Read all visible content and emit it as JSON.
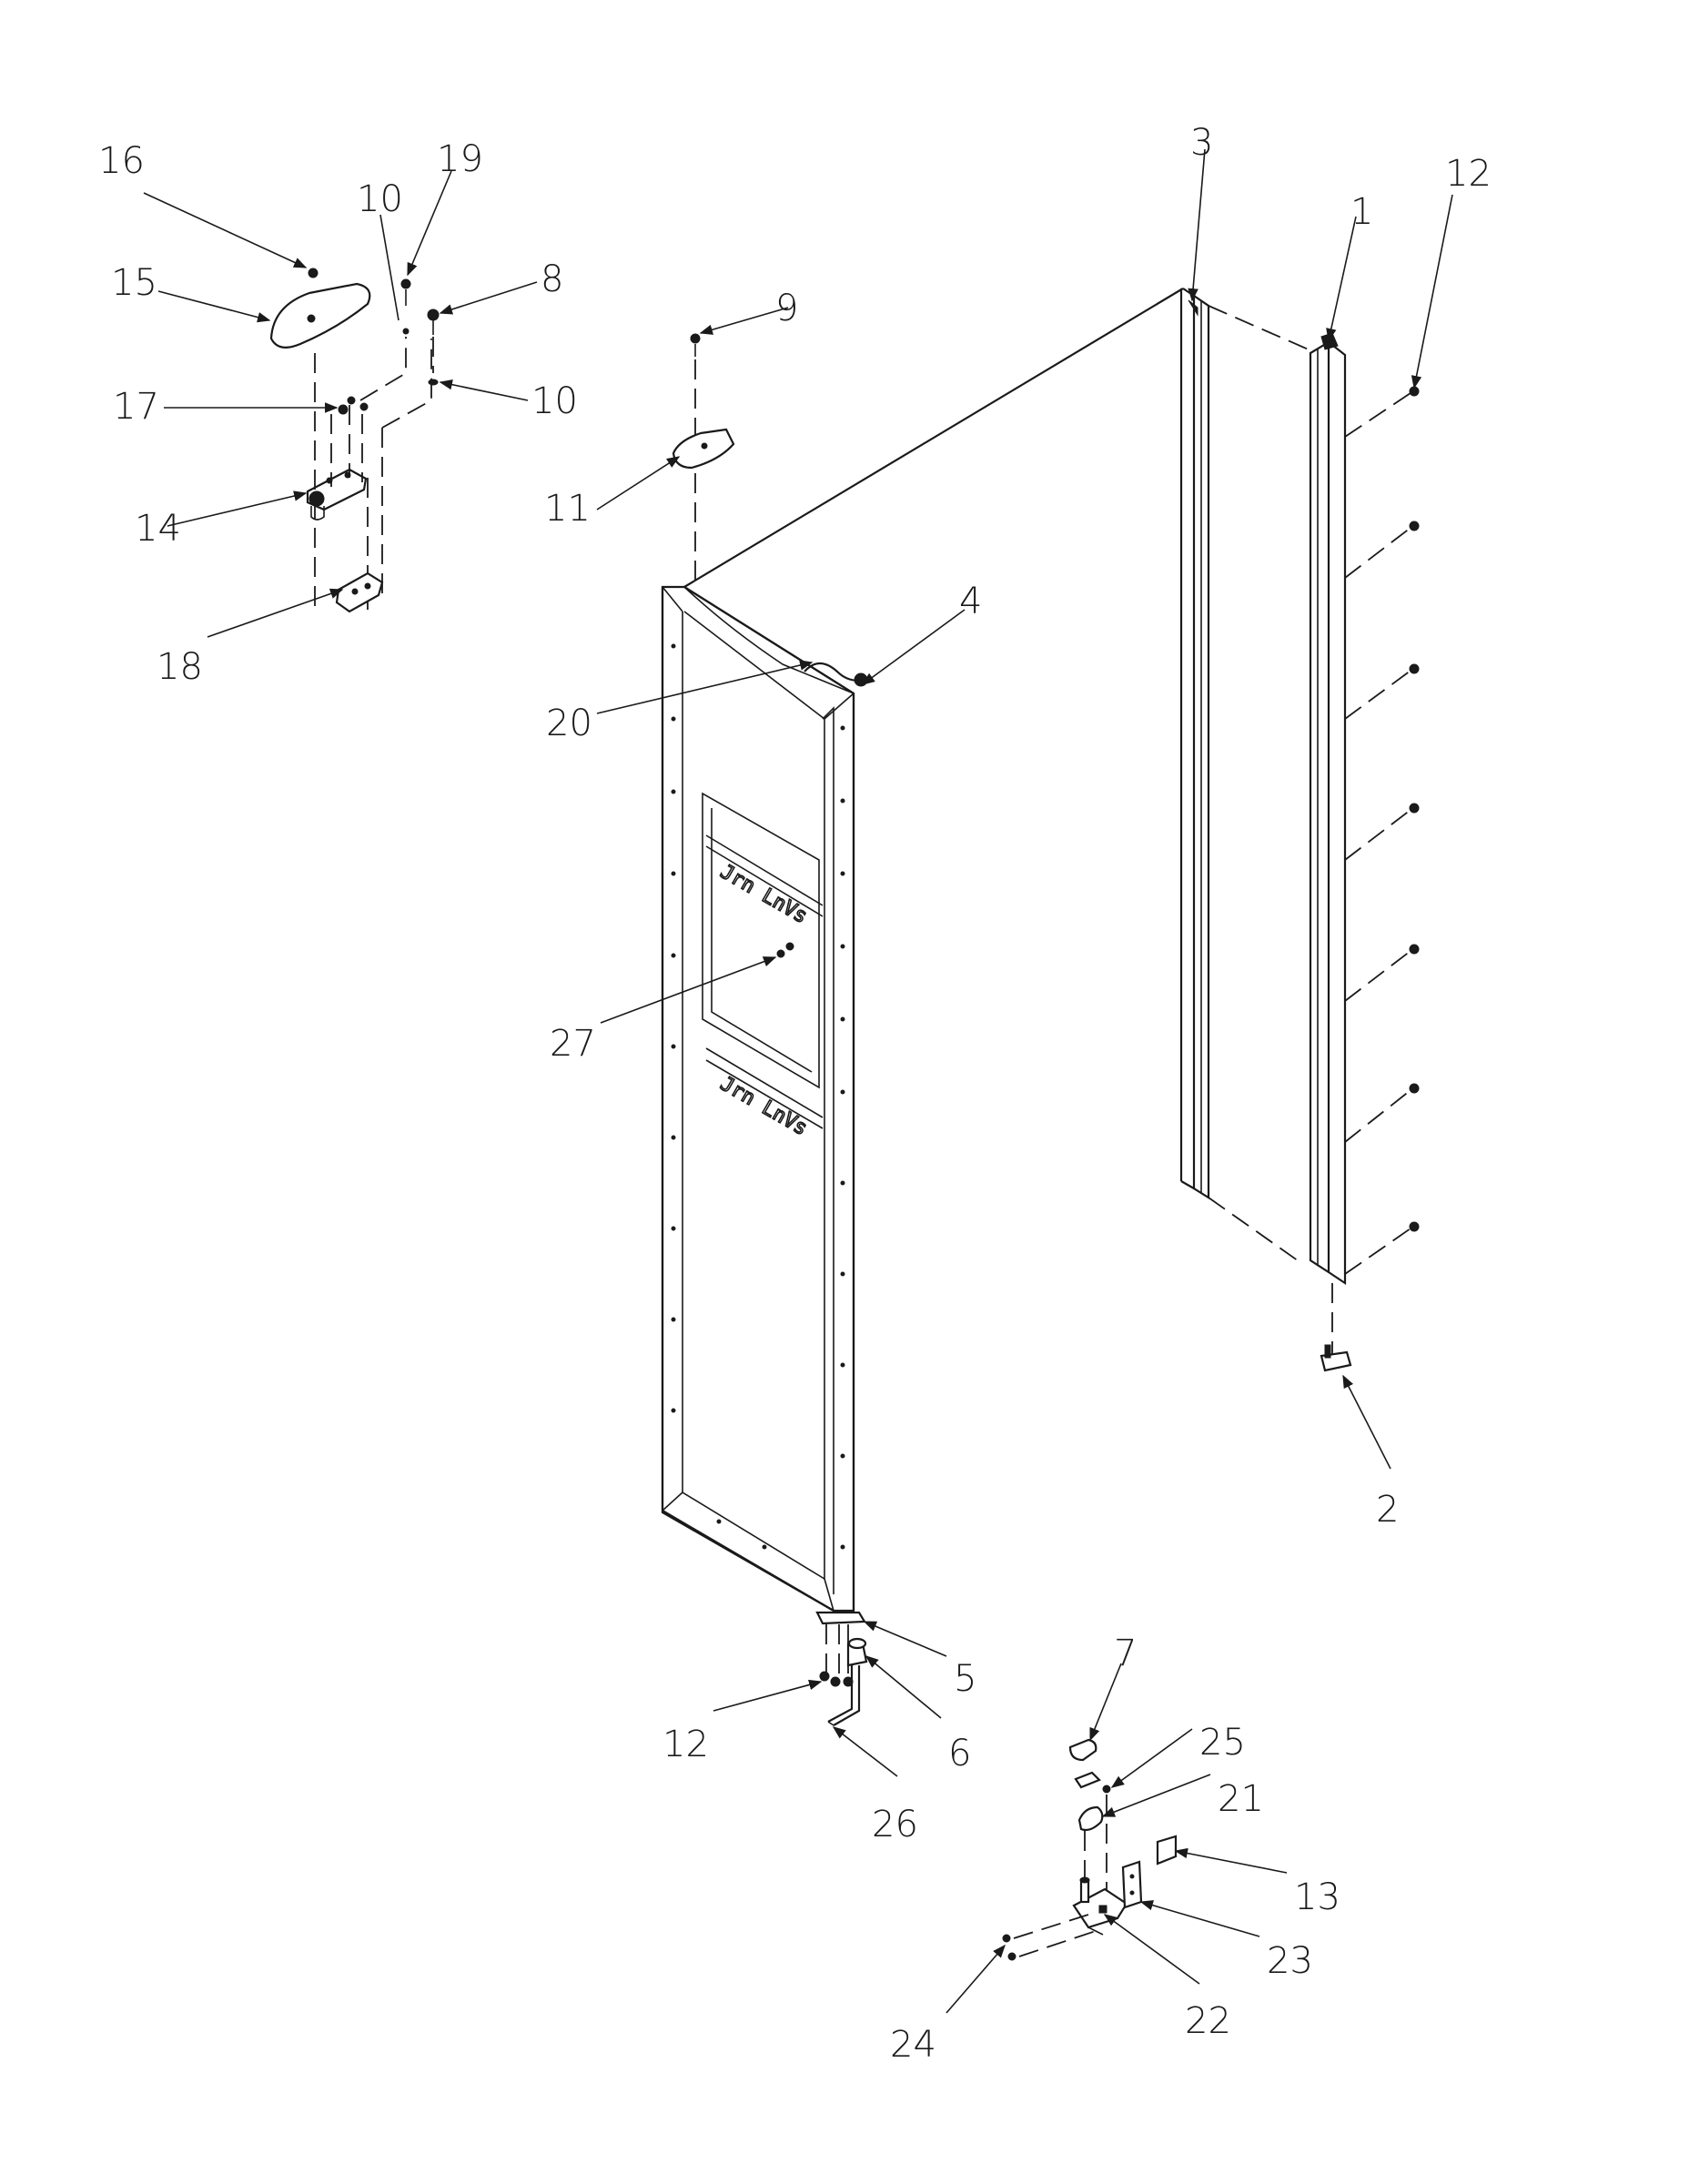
{
  "callouts": [
    {
      "id": "16",
      "text": "16"
    },
    {
      "id": "19",
      "text": "19"
    },
    {
      "id": "10a",
      "text": "10"
    },
    {
      "id": "15",
      "text": "15"
    },
    {
      "id": "8",
      "text": "8"
    },
    {
      "id": "17",
      "text": "17"
    },
    {
      "id": "10b",
      "text": "10"
    },
    {
      "id": "14",
      "text": "14"
    },
    {
      "id": "18",
      "text": "18"
    },
    {
      "id": "9",
      "text": "9"
    },
    {
      "id": "11",
      "text": "11"
    },
    {
      "id": "3",
      "text": "3"
    },
    {
      "id": "1",
      "text": "1"
    },
    {
      "id": "12a",
      "text": "12"
    },
    {
      "id": "4",
      "text": "4"
    },
    {
      "id": "20",
      "text": "20"
    },
    {
      "id": "27",
      "text": "27"
    },
    {
      "id": "2",
      "text": "2"
    },
    {
      "id": "5",
      "text": "5"
    },
    {
      "id": "12b",
      "text": "12"
    },
    {
      "id": "6",
      "text": "6"
    },
    {
      "id": "26",
      "text": "26"
    },
    {
      "id": "7",
      "text": "7"
    },
    {
      "id": "25",
      "text": "25"
    },
    {
      "id": "21",
      "text": "21"
    },
    {
      "id": "13",
      "text": "13"
    },
    {
      "id": "23",
      "text": "23"
    },
    {
      "id": "24",
      "text": "24"
    },
    {
      "id": "22",
      "text": "22"
    }
  ]
}
